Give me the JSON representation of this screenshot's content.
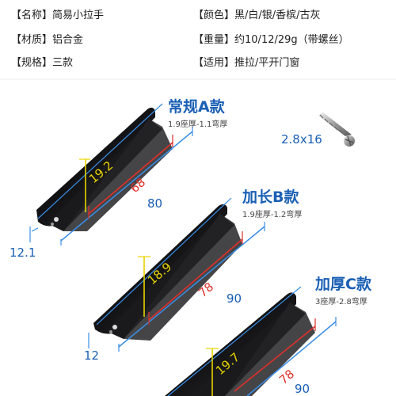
{
  "specs": [
    {
      "label": "【名称】",
      "value": "简易小拉手"
    },
    {
      "label": "【颜色】",
      "value": "黑/白/银/香槟/古灰"
    },
    {
      "label": "【材质】",
      "value": "铝合金"
    },
    {
      "label": "【重量】",
      "value": "约10/12/29g（带螺丝）"
    },
    {
      "label": "【规格】",
      "value": "三款"
    },
    {
      "label": "【适用】",
      "value": "推拉/平开门窗"
    }
  ],
  "screw_label": "2.8x16",
  "models": [
    {
      "title": "常规A款",
      "subtitle": "1.9座厚-1.1弯厚",
      "height": "19.2",
      "hole": "68",
      "length": "80",
      "width": "12.1"
    },
    {
      "title": "加长B款",
      "subtitle": "1.9座厚-1.2弯厚",
      "height": "18.9",
      "hole": "78",
      "length": "90",
      "width": "12"
    },
    {
      "title": "加厚C款",
      "subtitle": "3座厚-2.8弯厚",
      "height": "19.7",
      "hole": "78",
      "length": "90"
    }
  ],
  "colors": {
    "accent": "#1a5fb4",
    "dim_blue": "#3a8ee6",
    "dim_red": "#e0302a",
    "dim_yellow": "#e8d400",
    "handle": "#1c1c1e"
  }
}
